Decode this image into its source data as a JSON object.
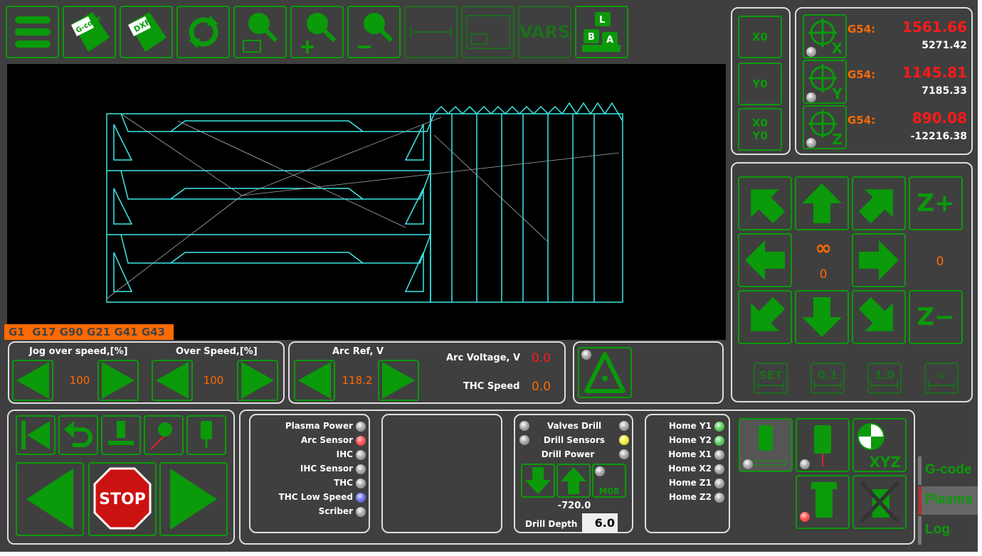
{
  "toolbar": {
    "buttons": [
      {
        "name": "menu-button",
        "icon": "hamburger-icon"
      },
      {
        "name": "open-gcode-button",
        "icon": "gcode-file-icon",
        "label": "G-code"
      },
      {
        "name": "open-dxf-button",
        "icon": "dxf-file-icon",
        "label": "DXF"
      },
      {
        "name": "refresh-button",
        "icon": "refresh-icon"
      },
      {
        "name": "zoom-fit-button",
        "icon": "zoom-fit-icon"
      },
      {
        "name": "zoom-in-button",
        "icon": "zoom-in-icon"
      },
      {
        "name": "zoom-out-button",
        "icon": "zoom-out-icon"
      },
      {
        "name": "measure-button",
        "icon": "measure-icon"
      },
      {
        "name": "frame-button",
        "icon": "frame-icon"
      },
      {
        "name": "vars-button",
        "icon": "vars-icon",
        "label": "VARS"
      },
      {
        "name": "keyboard-button",
        "icon": "keyboard-icon",
        "keys": [
          "L",
          "B",
          "A"
        ]
      }
    ]
  },
  "modal_codes": "G1  G17 G90 G21 G41 G43",
  "zero_buttons": [
    "X0",
    "Y0",
    "X0 Y0"
  ],
  "dro": [
    {
      "axis": "X",
      "wcs": "G54:",
      "work": "1561.66",
      "machine": "5271.42"
    },
    {
      "axis": "Y",
      "wcs": "G54:",
      "work": "1145.81",
      "machine": "7185.33"
    },
    {
      "axis": "Z",
      "wcs": "G54:",
      "work": "890.08",
      "machine": "-12216.38"
    }
  ],
  "jog": {
    "step_symbol": "∞",
    "xy_value": "0",
    "z_value": "0",
    "z_plus": "Z+",
    "z_minus": "Z−",
    "steps": [
      "SET",
      "0.1",
      "1.0",
      "∞"
    ]
  },
  "speeds": {
    "jog_label": "Jog over speed,[%]",
    "jog_value": "100",
    "over_label": "Over Speed,[%]",
    "over_value": "100"
  },
  "arc": {
    "ref_label": "Arc Ref, V",
    "ref_value": "118.2",
    "voltage_label": "Arc Voltage, V",
    "voltage_value": "0.0",
    "thc_speed_label": "THC Speed",
    "thc_speed_value": "0.0"
  },
  "run": {
    "stop_label": "STOP"
  },
  "plasma_indicators": [
    {
      "label": "Plasma Power",
      "state": "off"
    },
    {
      "label": "Arc Sensor",
      "state": "red"
    },
    {
      "label": "IHC",
      "state": "off"
    },
    {
      "label": "IHC Sensor",
      "state": "off"
    },
    {
      "label": "THC",
      "state": "off"
    },
    {
      "label": "THC Low Speed",
      "state": "blue"
    },
    {
      "label": "Scriber",
      "state": "off"
    }
  ],
  "drill": {
    "valves": "Valves Drill",
    "sensors": "Drill Sensors",
    "power": "Drill Power",
    "m08": "M08",
    "position": "-720.0",
    "depth_label": "Drill Depth",
    "depth_value": "6.0"
  },
  "home_indicators": [
    {
      "label": "Home Y1",
      "state": "green"
    },
    {
      "label": "Home Y2",
      "state": "green"
    },
    {
      "label": "Home X1",
      "state": "off"
    },
    {
      "label": "Home X2",
      "state": "off"
    },
    {
      "label": "Home Z1",
      "state": "off"
    },
    {
      "label": "Home Z2",
      "state": "off"
    }
  ],
  "tool_buttons": {
    "xyz_label": "XYZ"
  },
  "side_tabs": [
    "G-code",
    "Plasma",
    "Log"
  ],
  "colors": {
    "green": "#0a9a0a",
    "orange": "#ff6a00",
    "red": "#ff1a1a",
    "cyan": "#3ee8e8",
    "bg": "#3f3f3f"
  }
}
